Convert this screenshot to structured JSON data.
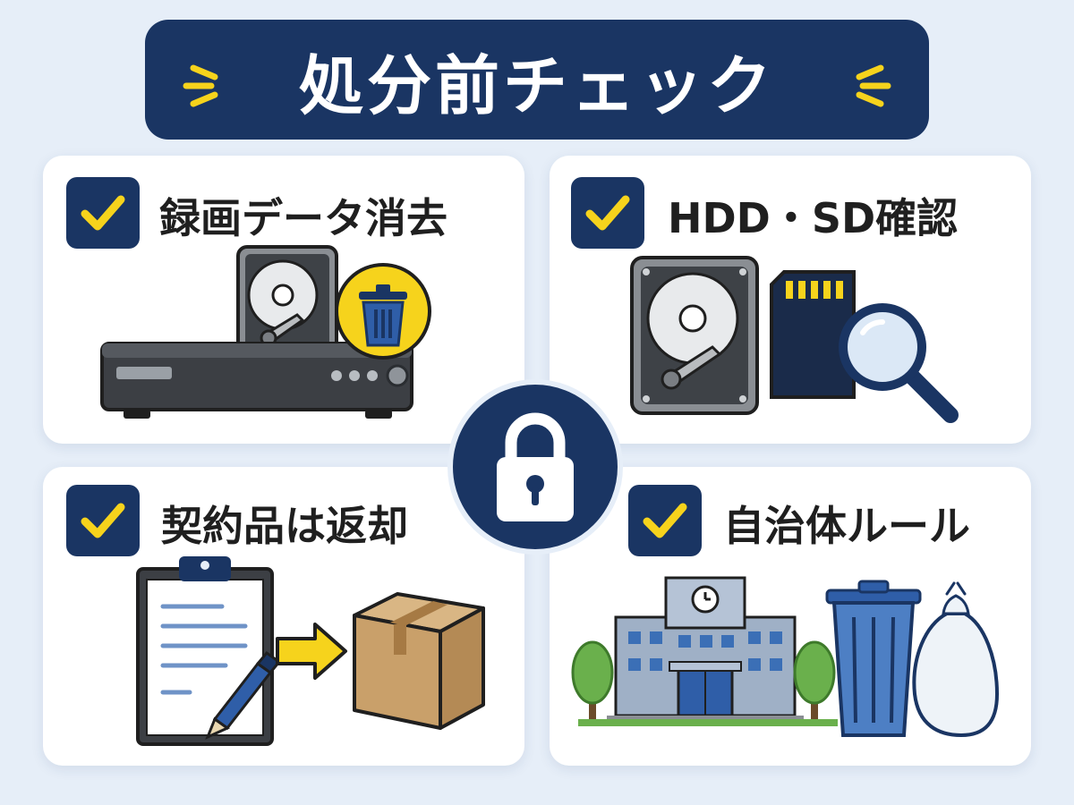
{
  "header": {
    "title": "処分前チェック"
  },
  "cards": [
    {
      "label": "録画データ消去",
      "checked": true,
      "icons": [
        "recorder-icon",
        "hard-drive-icon",
        "trash-bin-icon"
      ]
    },
    {
      "label": "HDD・SD確認",
      "checked": true,
      "icons": [
        "hard-drive-icon",
        "sd-card-icon",
        "magnifier-icon"
      ]
    },
    {
      "label": "契約品は返却",
      "checked": true,
      "icons": [
        "clipboard-icon",
        "pen-icon",
        "arrow-right-icon",
        "cardboard-box-icon"
      ]
    },
    {
      "label": "自治体ルール",
      "checked": true,
      "icons": [
        "city-hall-icon",
        "tree-icon",
        "trash-can-icon",
        "garbage-bag-icon"
      ]
    }
  ],
  "center": {
    "icon": "padlock-icon"
  },
  "colors": {
    "navy": "#1a3563",
    "accent_yellow": "#f6d31c",
    "background": "#e6eef8",
    "card": "#ffffff"
  }
}
